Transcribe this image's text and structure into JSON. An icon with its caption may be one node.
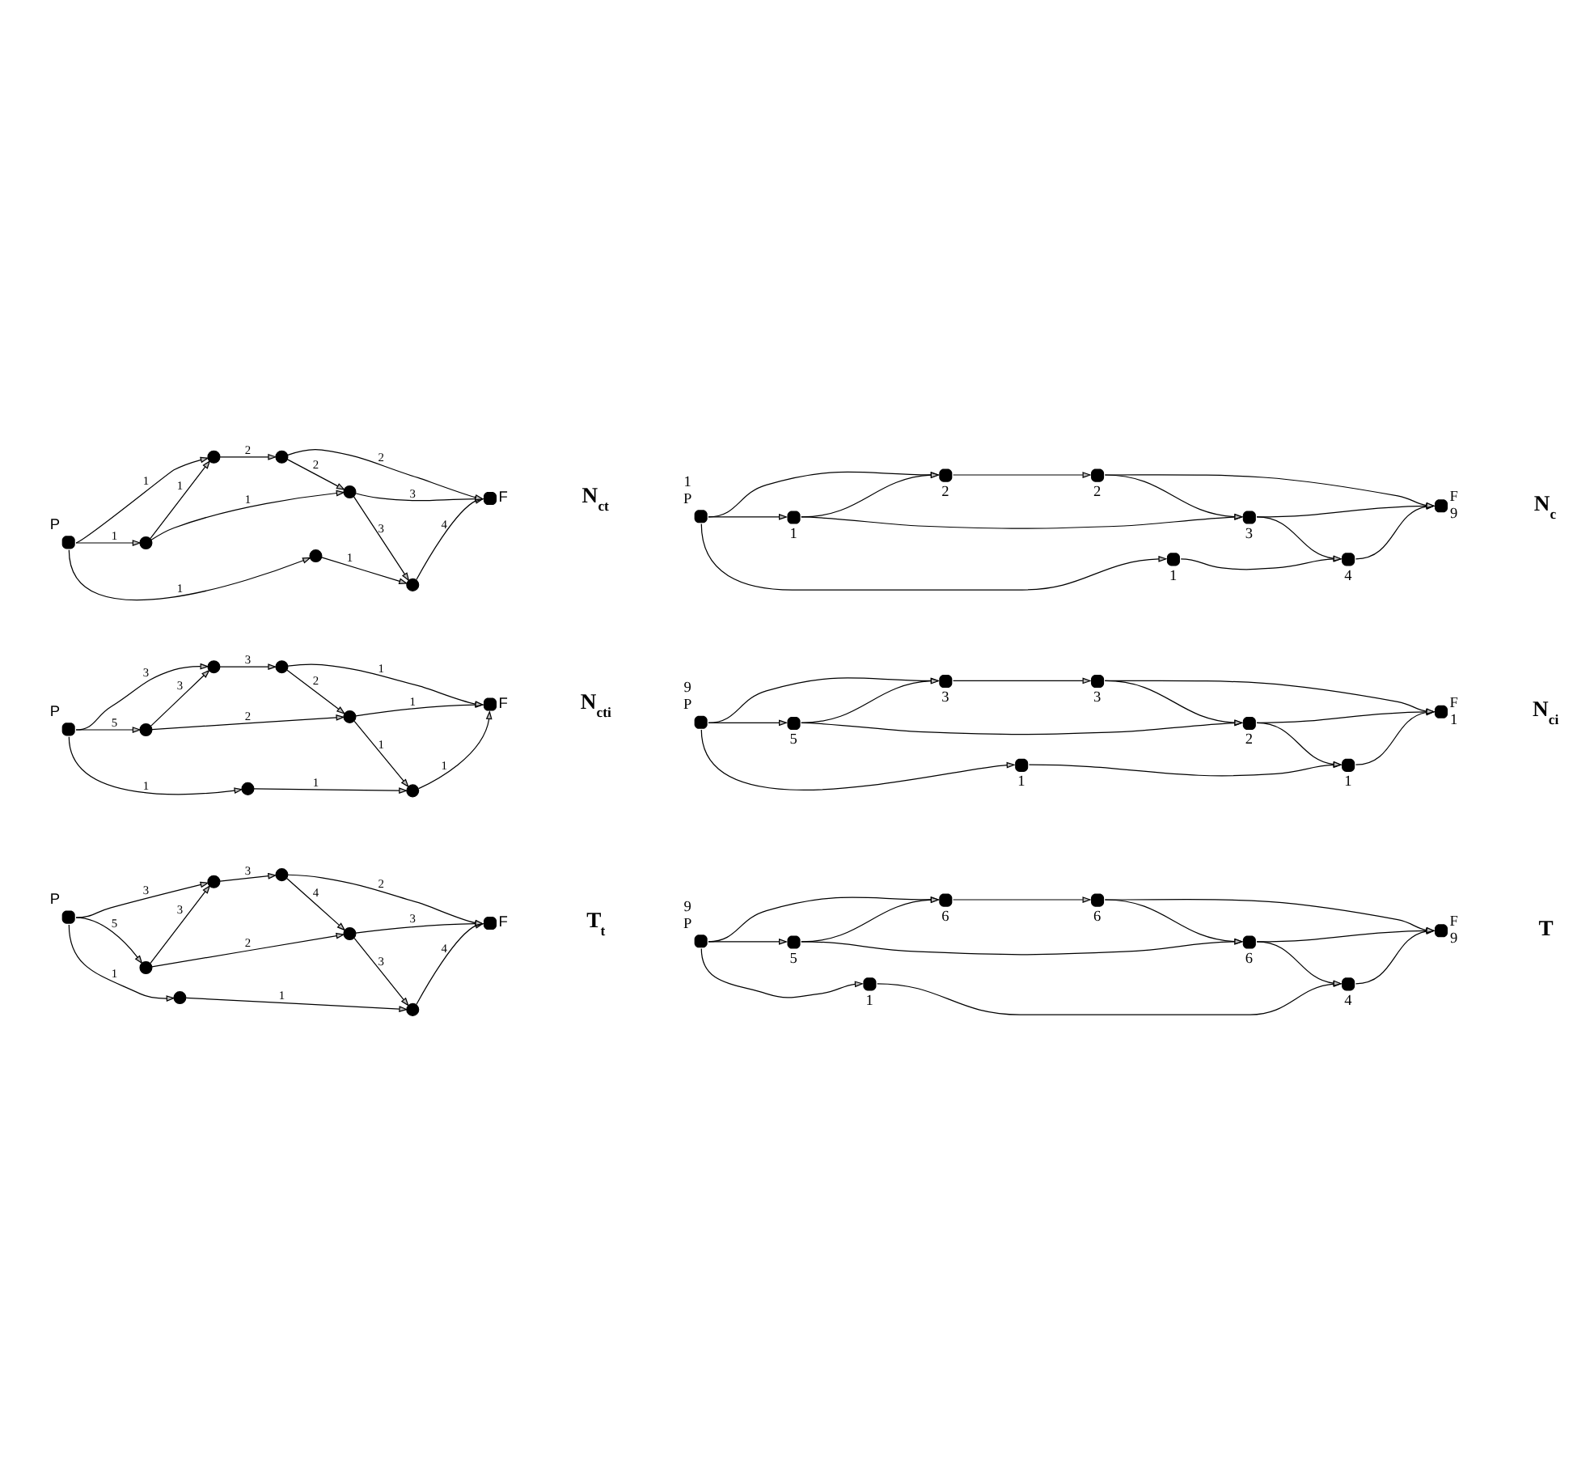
{
  "diagram": {
    "nodes": [
      {
        "text": [],
        "shape": "circle",
        "beside": [
          "P"
        ]
      },
      {
        "text": [],
        "shape": "circle"
      },
      {
        "text": [],
        "shape": "circle"
      },
      {
        "text": [],
        "shape": "circle"
      },
      {
        "text": [],
        "shape": "circle",
        "beside": [
          "F"
        ]
      },
      {
        "text": [],
        "shape": "circle"
      },
      {
        "text": [],
        "shape": "circle"
      },
      {
        "text": [],
        "shape": "circle"
      },
      {
        "text": [],
        "shape": "circle",
        "beside": [
          "1",
          "P"
        ]
      },
      {
        "text": [],
        "shape": "circle",
        "beside": [
          "1"
        ]
      },
      {
        "text": [],
        "shape": "circle",
        "beside": [
          "4"
        ]
      },
      {
        "text": [],
        "shape": "circle",
        "beside": [
          "3"
        ]
      },
      {
        "text": [],
        "shape": "circle",
        "beside": [
          "F",
          "9"
        ]
      },
      {
        "text": [],
        "shape": "circle",
        "beside": [
          "1"
        ]
      },
      {
        "text": [],
        "shape": "circle",
        "beside": [
          "2"
        ]
      },
      {
        "text": [],
        "shape": "circle",
        "beside": [
          "2"
        ]
      },
      {
        "text": [],
        "shape": "circle",
        "beside": [
          "P"
        ]
      },
      {
        "text": [],
        "shape": "circle"
      },
      {
        "text": [],
        "shape": "circle"
      },
      {
        "text": [],
        "shape": "circle"
      },
      {
        "text": [],
        "shape": "circle",
        "beside": [
          "F"
        ]
      },
      {
        "text": [],
        "shape": "circle"
      },
      {
        "text": [],
        "shape": "circle"
      },
      {
        "text": [],
        "shape": "circle"
      },
      {
        "text": [],
        "shape": "circle",
        "beside": [
          "9",
          "P"
        ]
      },
      {
        "text": [],
        "shape": "circle",
        "beside": [
          "1"
        ]
      },
      {
        "text": [],
        "shape": "circle",
        "beside": [
          "1"
        ]
      },
      {
        "text": [],
        "shape": "circle",
        "beside": [
          "2"
        ]
      },
      {
        "text": [],
        "shape": "circle",
        "beside": [
          "F",
          "1"
        ]
      },
      {
        "text": [],
        "shape": "circle",
        "beside": [
          "5"
        ]
      },
      {
        "text": [],
        "shape": "circle",
        "beside": [
          "3"
        ]
      },
      {
        "text": [],
        "shape": "circle",
        "beside": [
          "3"
        ]
      },
      {
        "text": [],
        "shape": "circle",
        "beside": [
          "P"
        ]
      },
      {
        "text": [],
        "shape": "circle"
      },
      {
        "text": [],
        "shape": "circle"
      },
      {
        "text": [],
        "shape": "circle"
      },
      {
        "text": [],
        "shape": "circle",
        "beside": [
          "F"
        ]
      },
      {
        "text": [],
        "shape": "circle"
      },
      {
        "text": [],
        "shape": "circle"
      },
      {
        "text": [],
        "shape": "circle"
      },
      {
        "text": [],
        "shape": "circle",
        "beside": [
          "9",
          "P"
        ]
      },
      {
        "text": [],
        "shape": "circle",
        "beside": [
          "1"
        ]
      },
      {
        "text": [],
        "shape": "circle",
        "beside": [
          "4"
        ]
      },
      {
        "text": [],
        "shape": "circle",
        "beside": [
          "6"
        ]
      },
      {
        "text": [],
        "shape": "circle",
        "beside": [
          "F",
          "9"
        ]
      },
      {
        "text": [],
        "shape": "circle",
        "beside": [
          "5"
        ]
      },
      {
        "text": [],
        "shape": "circle",
        "beside": [
          "6"
        ]
      },
      {
        "text": [],
        "shape": "circle",
        "beside": [
          "6"
        ]
      }
    ],
    "edges": [
      {
        "from": 0,
        "to": 1,
        "arrow": "to",
        "label": "1"
      },
      {
        "from": 1,
        "to": 2,
        "arrow": "to",
        "label": "1"
      },
      {
        "from": 2,
        "to": 4,
        "arrow": "to",
        "label": "4"
      },
      {
        "from": 3,
        "to": 2,
        "arrow": "to",
        "label": "3"
      },
      {
        "from": 3,
        "to": 4,
        "arrow": "to",
        "label": "3"
      },
      {
        "from": 0,
        "to": 5,
        "arrow": "to",
        "label": "1"
      },
      {
        "from": 5,
        "to": 3,
        "arrow": "to",
        "label": "1"
      },
      {
        "from": 5,
        "to": 6,
        "arrow": "to",
        "label": "1"
      },
      {
        "from": 0,
        "to": 6,
        "arrow": "to",
        "label": "1"
      },
      {
        "from": 6,
        "to": 7,
        "arrow": "to",
        "label": "2"
      },
      {
        "from": 7,
        "to": 3,
        "arrow": "to",
        "label": "2"
      },
      {
        "from": 7,
        "to": 4,
        "arrow": "to",
        "label": "2"
      },
      {
        "from": 8,
        "to": 9,
        "arrow": "to"
      },
      {
        "from": 9,
        "to": 10,
        "arrow": "to"
      },
      {
        "from": 10,
        "to": 12,
        "arrow": "to"
      },
      {
        "from": 11,
        "to": 10,
        "arrow": "to"
      },
      {
        "from": 11,
        "to": 12,
        "arrow": "to"
      },
      {
        "from": 8,
        "to": 13,
        "arrow": "to"
      },
      {
        "from": 13,
        "to": 11,
        "arrow": "to"
      },
      {
        "from": 13,
        "to": 14,
        "arrow": "to"
      },
      {
        "from": 8,
        "to": 14,
        "arrow": "to"
      },
      {
        "from": 14,
        "to": 15,
        "arrow": "to"
      },
      {
        "from": 15,
        "to": 11,
        "arrow": "to"
      },
      {
        "from": 15,
        "to": 12,
        "arrow": "to"
      },
      {
        "from": 16,
        "to": 17,
        "arrow": "to",
        "label": "1"
      },
      {
        "from": 17,
        "to": 18,
        "arrow": "to",
        "label": "1"
      },
      {
        "from": 18,
        "to": 20,
        "arrow": "to",
        "label": "1"
      },
      {
        "from": 19,
        "to": 18,
        "arrow": "to",
        "label": "1"
      },
      {
        "from": 19,
        "to": 20,
        "arrow": "to",
        "label": "1"
      },
      {
        "from": 16,
        "to": 21,
        "arrow": "to",
        "label": "5"
      },
      {
        "from": 21,
        "to": 19,
        "arrow": "to",
        "label": "2"
      },
      {
        "from": 21,
        "to": 22,
        "arrow": "to",
        "label": "3"
      },
      {
        "from": 16,
        "to": 22,
        "arrow": "to",
        "label": "3"
      },
      {
        "from": 22,
        "to": 23,
        "arrow": "to",
        "label": "3"
      },
      {
        "from": 23,
        "to": 19,
        "arrow": "to",
        "label": "2"
      },
      {
        "from": 23,
        "to": 20,
        "arrow": "to",
        "label": "1"
      },
      {
        "from": 24,
        "to": 25,
        "arrow": "to"
      },
      {
        "from": 25,
        "to": 26,
        "arrow": "to"
      },
      {
        "from": 26,
        "to": 28,
        "arrow": "to"
      },
      {
        "from": 27,
        "to": 26,
        "arrow": "to"
      },
      {
        "from": 27,
        "to": 28,
        "arrow": "to"
      },
      {
        "from": 24,
        "to": 29,
        "arrow": "to"
      },
      {
        "from": 29,
        "to": 27,
        "arrow": "to"
      },
      {
        "from": 29,
        "to": 30,
        "arrow": "to"
      },
      {
        "from": 24,
        "to": 30,
        "arrow": "to"
      },
      {
        "from": 30,
        "to": 31,
        "arrow": "to"
      },
      {
        "from": 31,
        "to": 27,
        "arrow": "to"
      },
      {
        "from": 31,
        "to": 28,
        "arrow": "to"
      },
      {
        "from": 32,
        "to": 33,
        "arrow": "to",
        "label": "1"
      },
      {
        "from": 33,
        "to": 34,
        "arrow": "to",
        "label": "1"
      },
      {
        "from": 34,
        "to": 36,
        "arrow": "to",
        "label": "4"
      },
      {
        "from": 35,
        "to": 34,
        "arrow": "to",
        "label": "3"
      },
      {
        "from": 35,
        "to": 36,
        "arrow": "to",
        "label": "3"
      },
      {
        "from": 32,
        "to": 37,
        "arrow": "to",
        "label": "5"
      },
      {
        "from": 37,
        "to": 35,
        "arrow": "to",
        "label": "2"
      },
      {
        "from": 37,
        "to": 38,
        "arrow": "to",
        "label": "3"
      },
      {
        "from": 32,
        "to": 38,
        "arrow": "to",
        "label": "3"
      },
      {
        "from": 38,
        "to": 39,
        "arrow": "to",
        "label": "3"
      },
      {
        "from": 39,
        "to": 35,
        "arrow": "to",
        "label": "4"
      },
      {
        "from": 39,
        "to": 36,
        "arrow": "to",
        "label": "2"
      },
      {
        "from": 40,
        "to": 41,
        "arrow": "to"
      },
      {
        "from": 41,
        "to": 42,
        "arrow": "to"
      },
      {
        "from": 42,
        "to": 44,
        "arrow": "to"
      },
      {
        "from": 43,
        "to": 42,
        "arrow": "to"
      },
      {
        "from": 43,
        "to": 44,
        "arrow": "to"
      },
      {
        "from": 40,
        "to": 45,
        "arrow": "to"
      },
      {
        "from": 45,
        "to": 43,
        "arrow": "to"
      },
      {
        "from": 45,
        "to": 46,
        "arrow": "to"
      },
      {
        "from": 40,
        "to": 46,
        "arrow": "to"
      },
      {
        "from": 46,
        "to": 47,
        "arrow": "to"
      },
      {
        "from": 47,
        "to": 43,
        "arrow": "to"
      },
      {
        "from": 47,
        "to": 44,
        "arrow": "to"
      }
    ],
    "labels": [
      "N$_{ct}$",
      "N$_{c}$",
      "N$_{cti}$",
      "N$_{ci}$",
      "T$_{t}$",
      "T"
    ]
  }
}
